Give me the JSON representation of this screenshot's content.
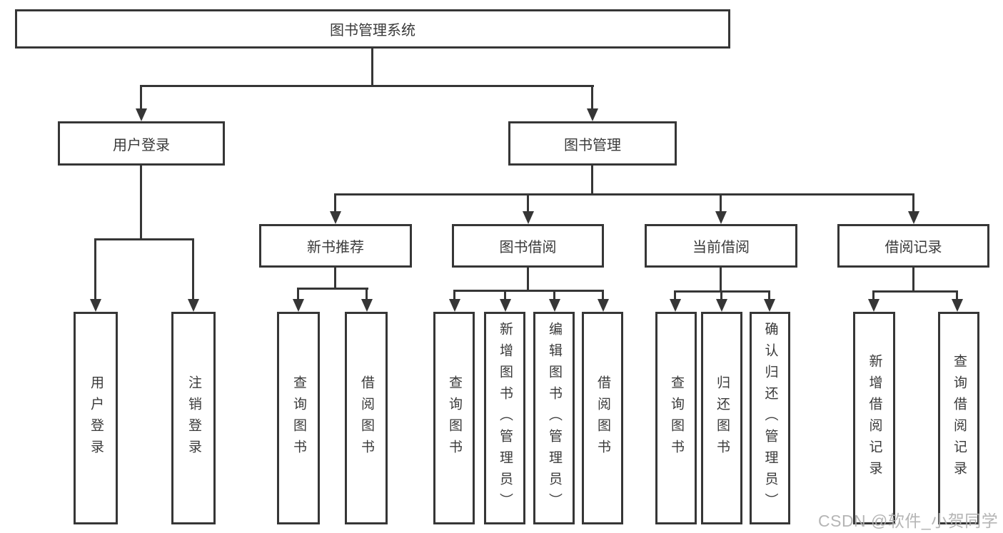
{
  "tree": {
    "root": {
      "label": "图书管理系统"
    },
    "branches": [
      {
        "label": "用户登录",
        "children": [
          {
            "label": "用户登录"
          },
          {
            "label": "注销登录"
          }
        ]
      },
      {
        "label": "图书管理",
        "children": [
          {
            "label": "新书推荐",
            "children": [
              {
                "label": "查询图书"
              },
              {
                "label": "借阅图书"
              }
            ]
          },
          {
            "label": "图书借阅",
            "children": [
              {
                "label": "查询图书"
              },
              {
                "label": "新增图书（管理员）"
              },
              {
                "label": "编辑图书（管理员）"
              },
              {
                "label": "借阅图书"
              }
            ]
          },
          {
            "label": "当前借阅",
            "children": [
              {
                "label": "查询图书"
              },
              {
                "label": "归还图书"
              },
              {
                "label": "确认归还（管理员）"
              }
            ]
          },
          {
            "label": "借阅记录",
            "children": [
              {
                "label": "新增借阅记录"
              },
              {
                "label": "查询借阅记录"
              }
            ]
          }
        ]
      }
    ]
  },
  "watermark": {
    "text": "CSDN @软件_小贺同学"
  },
  "colors": {
    "line": "#363636",
    "text": "#3a3a3a",
    "background": "#ffffff",
    "watermark": "#afafaf"
  }
}
